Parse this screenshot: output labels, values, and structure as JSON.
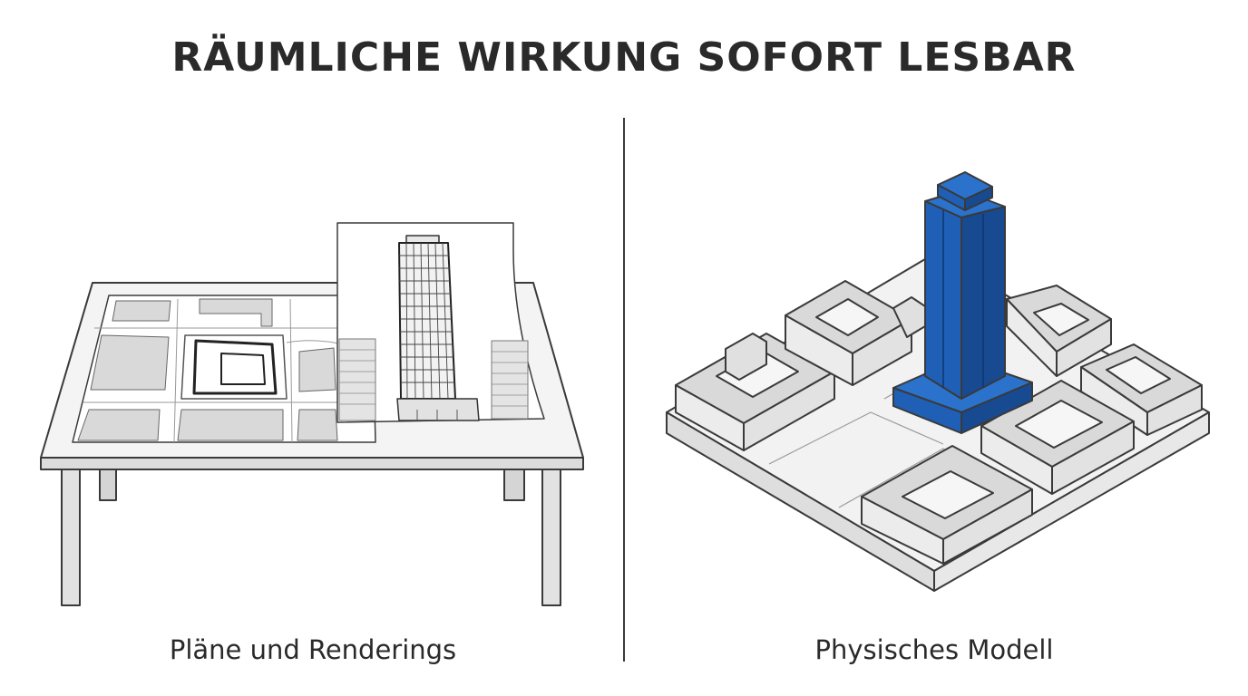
{
  "title": "RÄUMLICHE WIRKUNG SOFORT LESBAR",
  "left_caption": "Pläne und Renderings",
  "right_caption": "Physisches Modell",
  "colors": {
    "tower_front": "#1f5fb5",
    "tower_side": "#174a91",
    "tower_top": "#2b72cc",
    "outline": "#333333",
    "block_top": "#d6d6d6",
    "block_side": "#e9e9e9",
    "base": "#f1f1f1"
  }
}
